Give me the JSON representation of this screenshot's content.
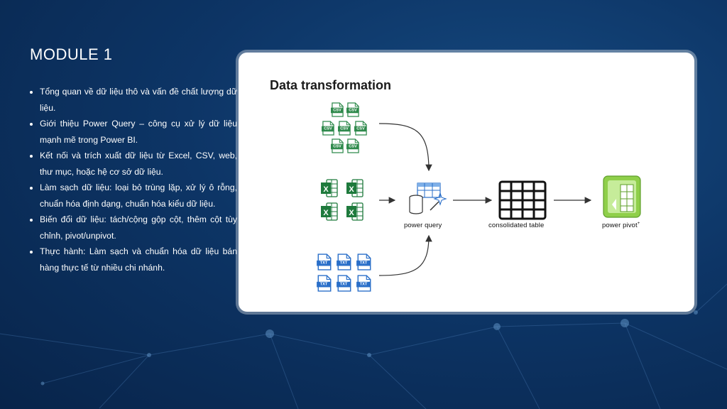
{
  "page": {
    "title": "MODULE 1",
    "bullets": [
      "Tổng quan về dữ liệu thô và vấn đề chất lượng dữ liệu.",
      "Giới thiệu Power Query – công cụ xử lý dữ liệu mạnh mẽ trong Power BI.",
      "Kết nối và trích xuất dữ liệu từ Excel, CSV, web, thư mục, hoặc hệ cơ sở dữ liệu.",
      "Làm sạch dữ liệu: loại bỏ trùng lặp, xử lý ô rỗng, chuẩn hóa định dạng, chuẩn hóa kiểu dữ liệu.",
      "Biến đổi dữ liệu: tách/cộng gộp cột, thêm cột tùy chỉnh, pivot/unpivot.",
      "Thực hành: Làm sạch và chuẩn hóa dữ liệu bán hàng thực tế từ nhiều chi nhánh."
    ]
  },
  "diagram": {
    "title": "Data transformation",
    "csv_label": "CSV",
    "txt_label": "TXT",
    "excel_label": "X",
    "power_query_label": "power query",
    "consolidated_label": "consolidated table",
    "power_pivot_label": "power pivot"
  },
  "colors": {
    "csv": "#2f8a4c",
    "excel": "#1e7a3c",
    "txt": "#2a6fc9",
    "pivot": "#7bbf3a",
    "arrow": "#333333"
  }
}
